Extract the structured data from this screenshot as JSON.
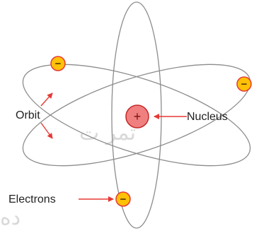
{
  "labels": {
    "orbit": "Orbit",
    "nucleus": "Nucleus",
    "electrons": "Electrons"
  },
  "symbols": {
    "nucleus_charge": "+",
    "electron_charge": "−"
  },
  "watermark": {
    "line1": "تمر ت",
    "line2": "ده"
  },
  "colors": {
    "orbit_stroke": "#8c8c8c",
    "nucleus_fill": "#f08080",
    "nucleus_stroke": "#c62828",
    "electron_fill": "#ffc107",
    "electron_stroke": "#e53935",
    "arrow": "#e53935",
    "watermark": "#d9d9d9"
  }
}
